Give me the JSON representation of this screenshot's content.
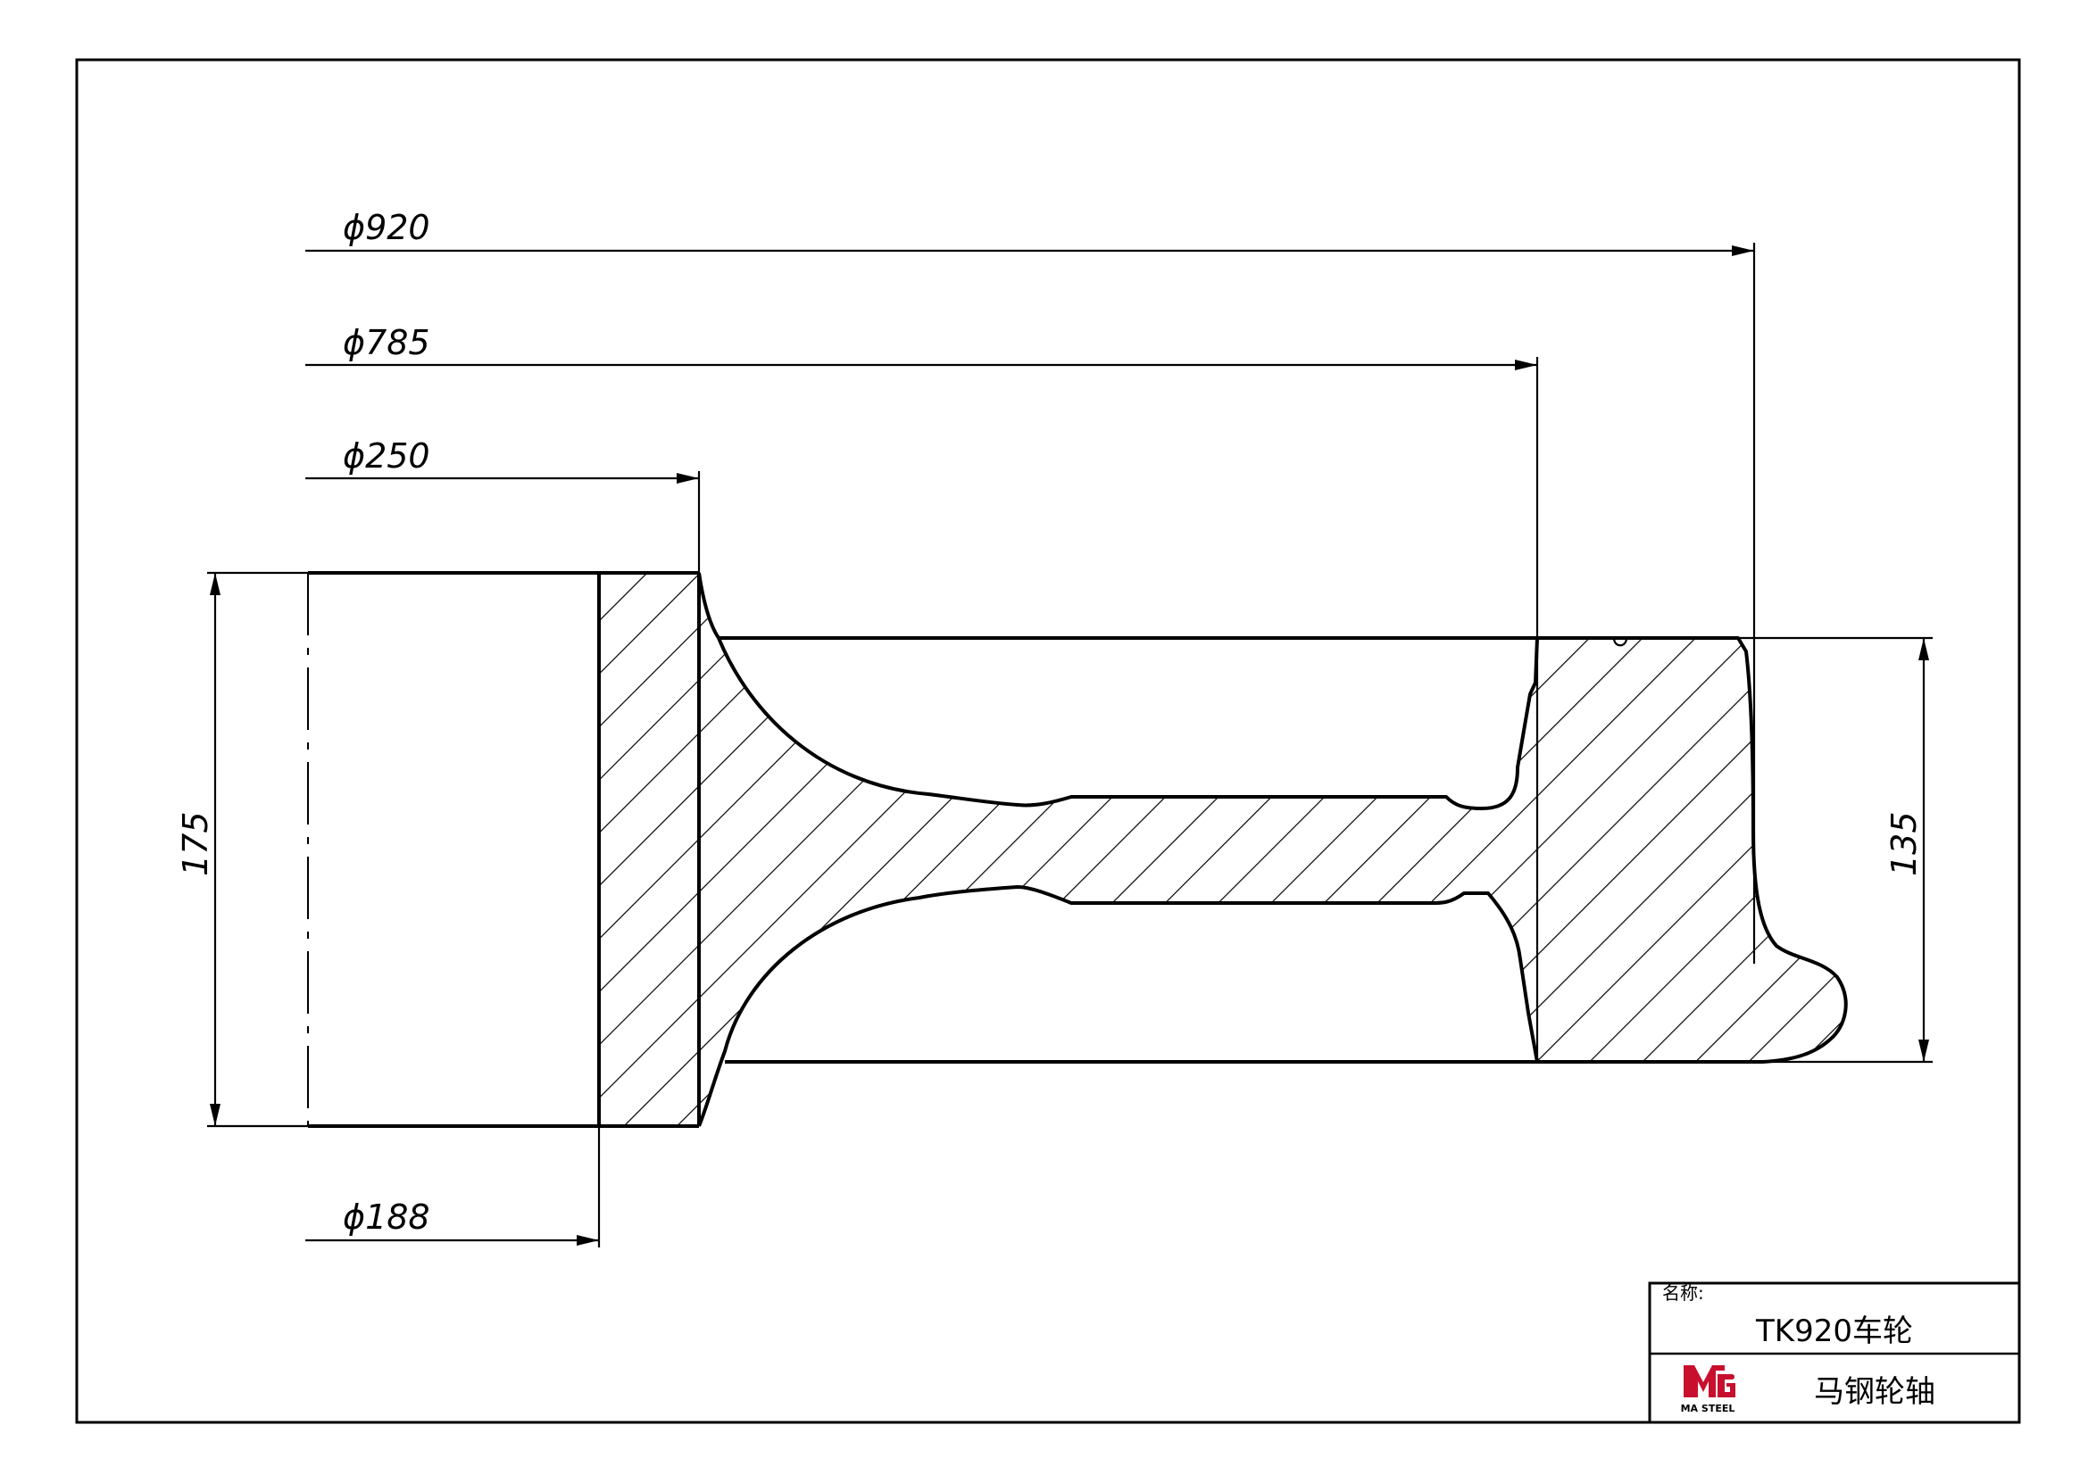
{
  "dimensions": {
    "d920": "ϕ920",
    "d785": "ϕ785",
    "d250": "ϕ250",
    "d188": "ϕ188",
    "h175": "175",
    "h135": "135"
  },
  "title_block": {
    "name_label": "名称:",
    "name_value": "TK920车轮",
    "company": "马钢轮轴",
    "logo_text": "MA STEEL"
  }
}
